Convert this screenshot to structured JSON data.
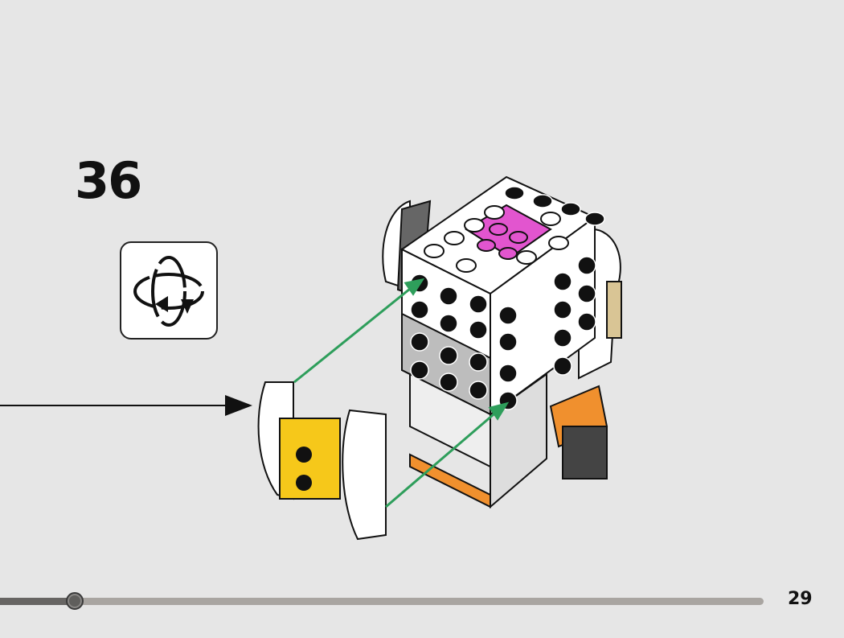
{
  "step": {
    "number": "36"
  },
  "rotate_hint": {
    "icon": "rotate-model-icon"
  },
  "pointer": {
    "icon": "arrow-right-icon"
  },
  "model": {
    "description": "brickheadz-head-assembly",
    "connector_color": "#2e9e5b",
    "accent_colors": {
      "pink": "#e255cf",
      "orange": "#f0902e",
      "yellow": "#f6c81a",
      "white": "#ffffff",
      "gray": "#bdbdbd"
    }
  },
  "progress": {
    "fraction": 0.09
  },
  "page": {
    "number": "29"
  }
}
